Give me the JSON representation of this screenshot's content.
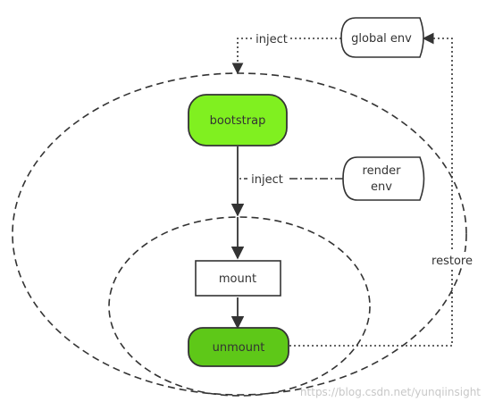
{
  "nodes": {
    "bootstrap": "bootstrap",
    "mount": "mount",
    "unmount": "unmount",
    "global_env": "global env",
    "render_env_line1": "render",
    "render_env_line2": "env"
  },
  "edges": {
    "inject_global": "inject",
    "inject_render": "inject",
    "restore": "restore"
  },
  "watermark": "https://blog.csdn.net/yunqiinsight",
  "colors": {
    "bootstrap_fill": "#80f020",
    "unmount_fill": "#5ec818",
    "stroke": "#333333"
  }
}
